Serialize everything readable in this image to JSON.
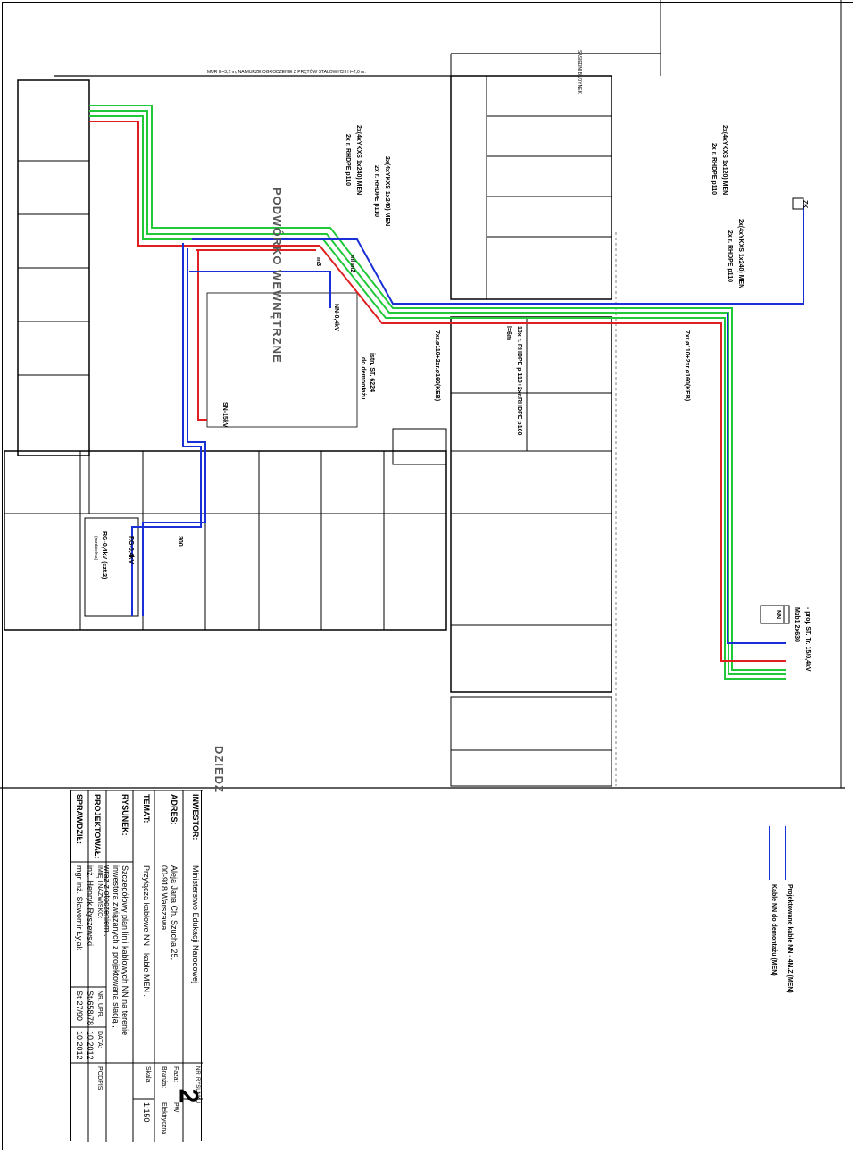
{
  "drawing": {
    "neighbour_label": "SĄSIEDNI BUDYNEK",
    "wall_note": "MUR H=3,2 m, NA MURZE OGRODZENIE Z PRĘTÓW STALOWYCH H=2,0 m.",
    "courtyard_label": "PODWÓRKO WEWNĘTRZNE",
    "courtyard2_label": "DZIEDZ",
    "cable_labels": [
      "2x(4xYKXS 1x120) MEN",
      "2x r. RHDPE p110",
      "2x(4xYKXS 1x240) MEN",
      "2x r. RHDPE p110",
      "2x(4xYKXS 1x240) MEN",
      "2x r. RHDPE p110",
      "2x(4xYKXS 1x240) MEN",
      "2x r. RHDPE p110"
    ],
    "pipe_label_1": "7xr.ø110+2xr.ø160(KEB)",
    "pipe_label_2": "7xr.ø110+2xr.ø160(KEB)",
    "pipe_label_3": "10x r. RHDPE p 110+2xr.RHDPE p160",
    "pipe_label_3b": "l=6m",
    "station_label": "- proj. ST. Tr. 15/0,4kV",
    "station_label2": "Mzb1 2x630",
    "nn_label": "NN",
    "zk_label": "ZK",
    "demolition_label": "istn. ST. 6224",
    "demolition_label2": "do demontażu",
    "nn04_label": "NN-0,4kV",
    "sn15_label": "SN-15kV",
    "rg_label": "RG-0,4kV",
    "rg2_label": "RG-0,4kV (szt.2)",
    "rg2_sub": "(rozdzielnia)",
    "mark_ml": "ml",
    "mark_m2": "m2",
    "mark_m3": "m3",
    "mark_300": "300"
  },
  "legend": {
    "title": "Projektowane kable NN - 4M.Z (MEN)",
    "item": "Kable NN do demontażu (MEN)"
  },
  "titleblock": {
    "investor_label": "INWESTOR:",
    "investor_value": "Ministerstwo Edukacji Narodowej",
    "address_label": "ADRES:",
    "address_value_1": "Aleja Jana Ch. Szucha 25,",
    "address_value_2": "00-918 Warszawa",
    "topic_label": "TEMAT:",
    "topic_value": "Przyłącza kablowe NN - kable MEN .",
    "drawing_label": "RYSUNEK:",
    "drawing_value_1": "Szczegółowy plan linii kablowych NN na terenie",
    "drawing_value_2": "inwestora związanych z projektowaną stacją ,",
    "drawing_value_3": "wraz z otoczeniem .",
    "name_header": "IMIĘ I NAZWISKO:",
    "uprawn_header": "NR. UPR.",
    "date_header": "DATA:",
    "sign_header": "PODPIS:",
    "designed_label": "PROJEKTOWAŁ:",
    "designer_name": "inż. Henryk Ryszewski",
    "designer_no": "St-658/78",
    "designer_date": "10.2012",
    "checked_label": "SPRAWDZIŁ:",
    "checker_name": "mgr inż. Sławomir Łyjak",
    "checker_no": "St-27/90",
    "checker_date": "10.2012",
    "stage_label": "Faza:",
    "stage_value": "PW",
    "branch_label": "Branża:",
    "branch_value": "Elektryczna",
    "scale_label": "Skala:",
    "scale_value": "1:150",
    "drawing_no_label": "NR. RYSUNKU",
    "drawing_no_value": "2"
  },
  "colors": {
    "green": "#21c93a",
    "red": "#e02020",
    "blue": "#1a2fd6",
    "wall": "#000000"
  }
}
